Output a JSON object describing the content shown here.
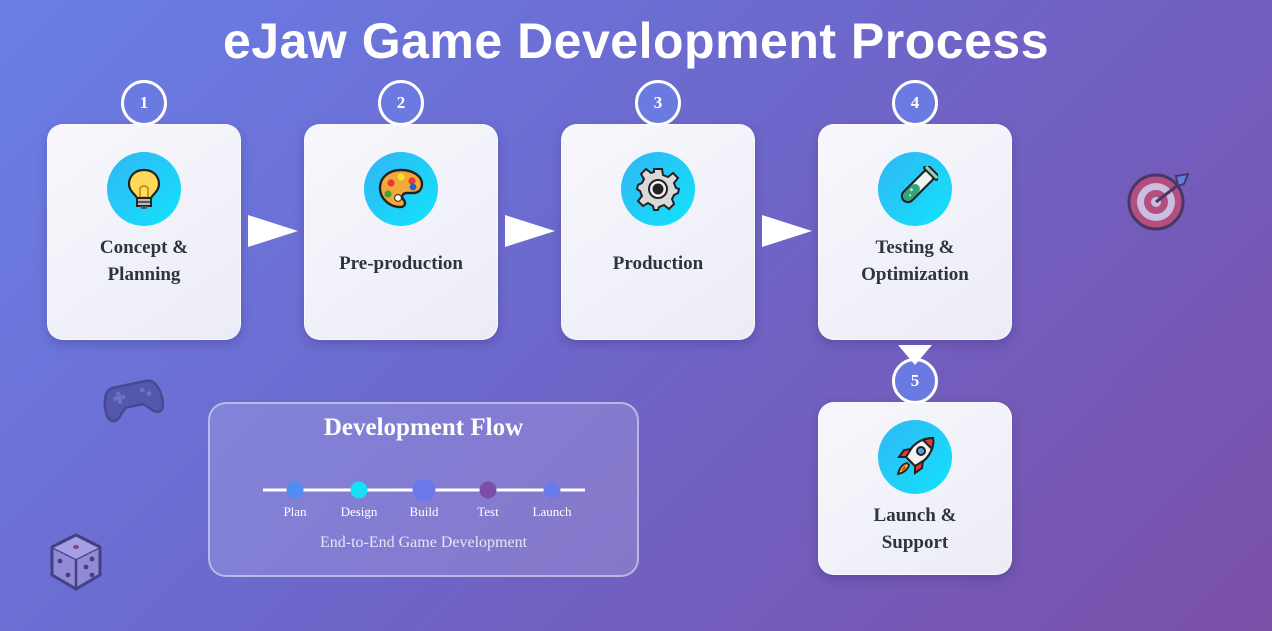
{
  "title": "eJaw Game Development Process",
  "steps": [
    {
      "number": "1",
      "label_lines": [
        "Concept &",
        "Planning"
      ],
      "icon": "lightbulb-icon"
    },
    {
      "number": "2",
      "label_lines": [
        "Pre-production"
      ],
      "icon": "palette-icon"
    },
    {
      "number": "3",
      "label_lines": [
        "Production"
      ],
      "icon": "gear-icon"
    },
    {
      "number": "4",
      "label_lines": [
        "Testing &",
        "Optimization"
      ],
      "icon": "test-tube-icon"
    },
    {
      "number": "5",
      "label_lines": [
        "Launch &",
        "Support"
      ],
      "icon": "rocket-icon"
    }
  ],
  "flow": {
    "title": "Development Flow",
    "stages": [
      "Plan",
      "Design",
      "Build",
      "Test",
      "Launch"
    ],
    "subtitle": "End-to-End Game Development"
  },
  "decorations": [
    "target-icon",
    "gamepad-icon",
    "dice-icon"
  ],
  "colors": {
    "badge": "#6a7ae0",
    "icon_gradient_start": "#31b6f4",
    "icon_gradient_end": "#12e3fb"
  }
}
